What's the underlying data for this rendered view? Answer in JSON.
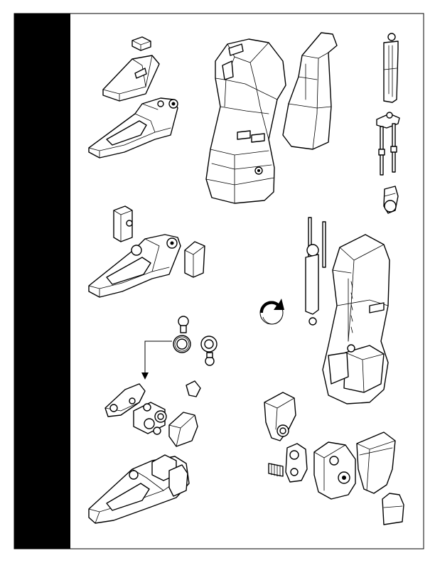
{
  "page": {
    "background": "#ffffff",
    "line_color": "#000000",
    "tab_color": "#000000",
    "accent_gray": "#9a9a9a"
  },
  "icons": {
    "flow_arrow": "down-arrow-icon",
    "rotate": "rotate-arrow-icon"
  },
  "parts": [
    "small-clip-part",
    "shin-cover-part",
    "foot-frame-part",
    "leg-shell-front-part",
    "leg-shell-side-part",
    "piston-rod-part",
    "twin-rod-part",
    "round-joint-part",
    "block-joint-part",
    "foot-assembly-part",
    "small-block-part",
    "ball-joint-part",
    "ring-joint-part",
    "ankle-parts-group",
    "assembled-leg-part",
    "hip-socket-part",
    "knee-plate-part",
    "armor-plate-part",
    "end-cap-part",
    "final-foot-part"
  ]
}
